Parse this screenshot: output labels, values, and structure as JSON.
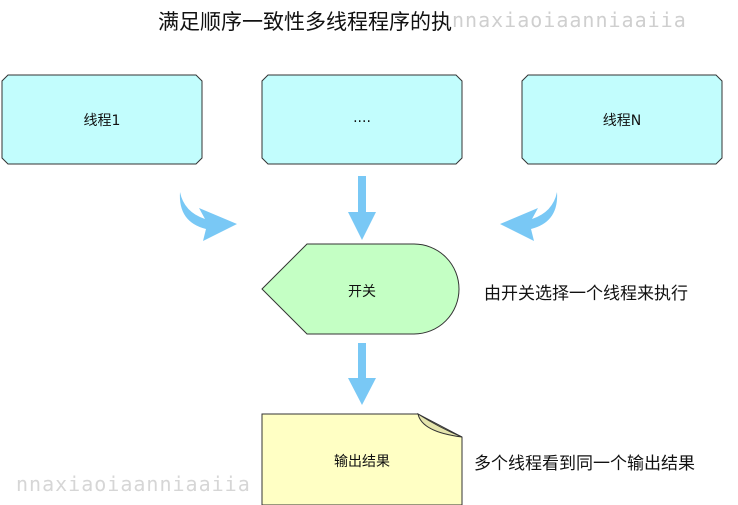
{
  "title": "满足顺序一致性多线程程序的执",
  "watermark": "nnaxiaoiaanniaaiia",
  "nodes": {
    "thread_1": "线程1",
    "thread_mid": "....",
    "thread_n": "线程N",
    "switch": "开关",
    "output": "输出结果"
  },
  "notes": {
    "switch_note": "由开关选择一个线程来执行",
    "output_note": "多个线程看到同一个输出结果"
  },
  "colors": {
    "thread_fill": "#c2fdfd",
    "switch_fill": "#c4ffc4",
    "output_fill": "#ffffc4",
    "arrow": "#79c8f5",
    "stroke": "#333333"
  }
}
